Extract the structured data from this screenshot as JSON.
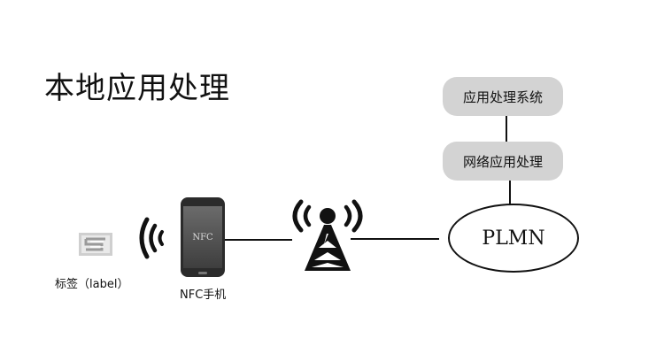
{
  "title": "本地应用处理",
  "nodes": {
    "app_system": "应用处理系统",
    "network_processing": "网络应用处理",
    "plmn": "PLMN",
    "phone_screen": "NFC",
    "phone_label": "NFC手机",
    "tag_label": "标签（label）"
  },
  "icons": {
    "tag": "nfc-tag-icon",
    "waves": "signal-waves-icon",
    "tower": "cell-tower-icon",
    "phone": "smartphone-icon"
  },
  "colors": {
    "pill_fill": "#d3d3d3",
    "stroke": "#111111"
  }
}
